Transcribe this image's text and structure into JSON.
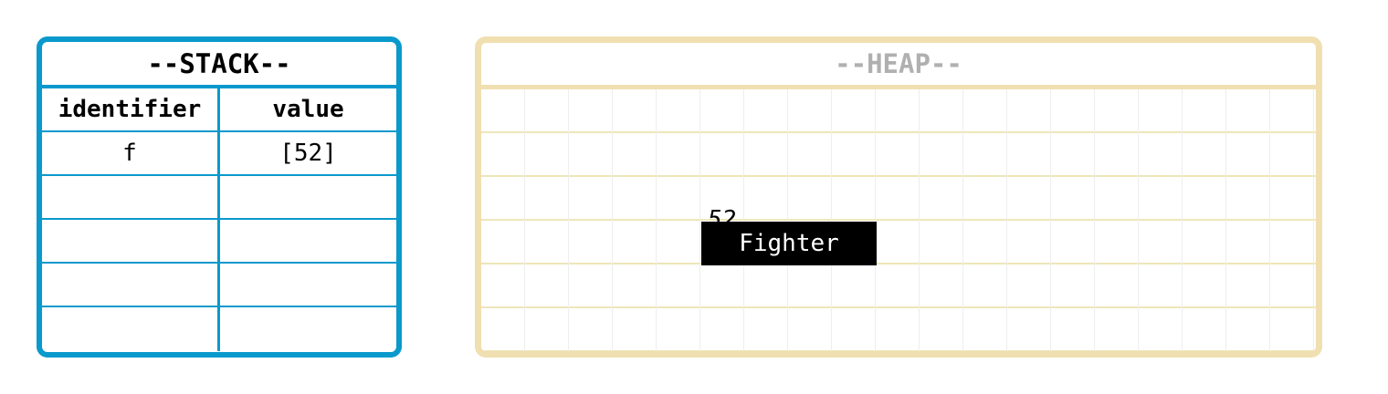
{
  "stack": {
    "title": "--STACK--",
    "headers": {
      "identifier": "identifier",
      "value": "value"
    },
    "rows": [
      {
        "identifier": "f",
        "value": "[52]"
      },
      {
        "identifier": "",
        "value": ""
      },
      {
        "identifier": "",
        "value": ""
      },
      {
        "identifier": "",
        "value": ""
      },
      {
        "identifier": "",
        "value": ""
      }
    ]
  },
  "heap": {
    "title": "--HEAP--",
    "objects": [
      {
        "address": "52",
        "label": "Fighter"
      }
    ]
  },
  "colors": {
    "stack_border": "#0a99cc",
    "heap_border": "#f0dfb0",
    "heap_title": "#b0b0b0",
    "object_fill": "#000000",
    "object_text": "#ffffff"
  }
}
